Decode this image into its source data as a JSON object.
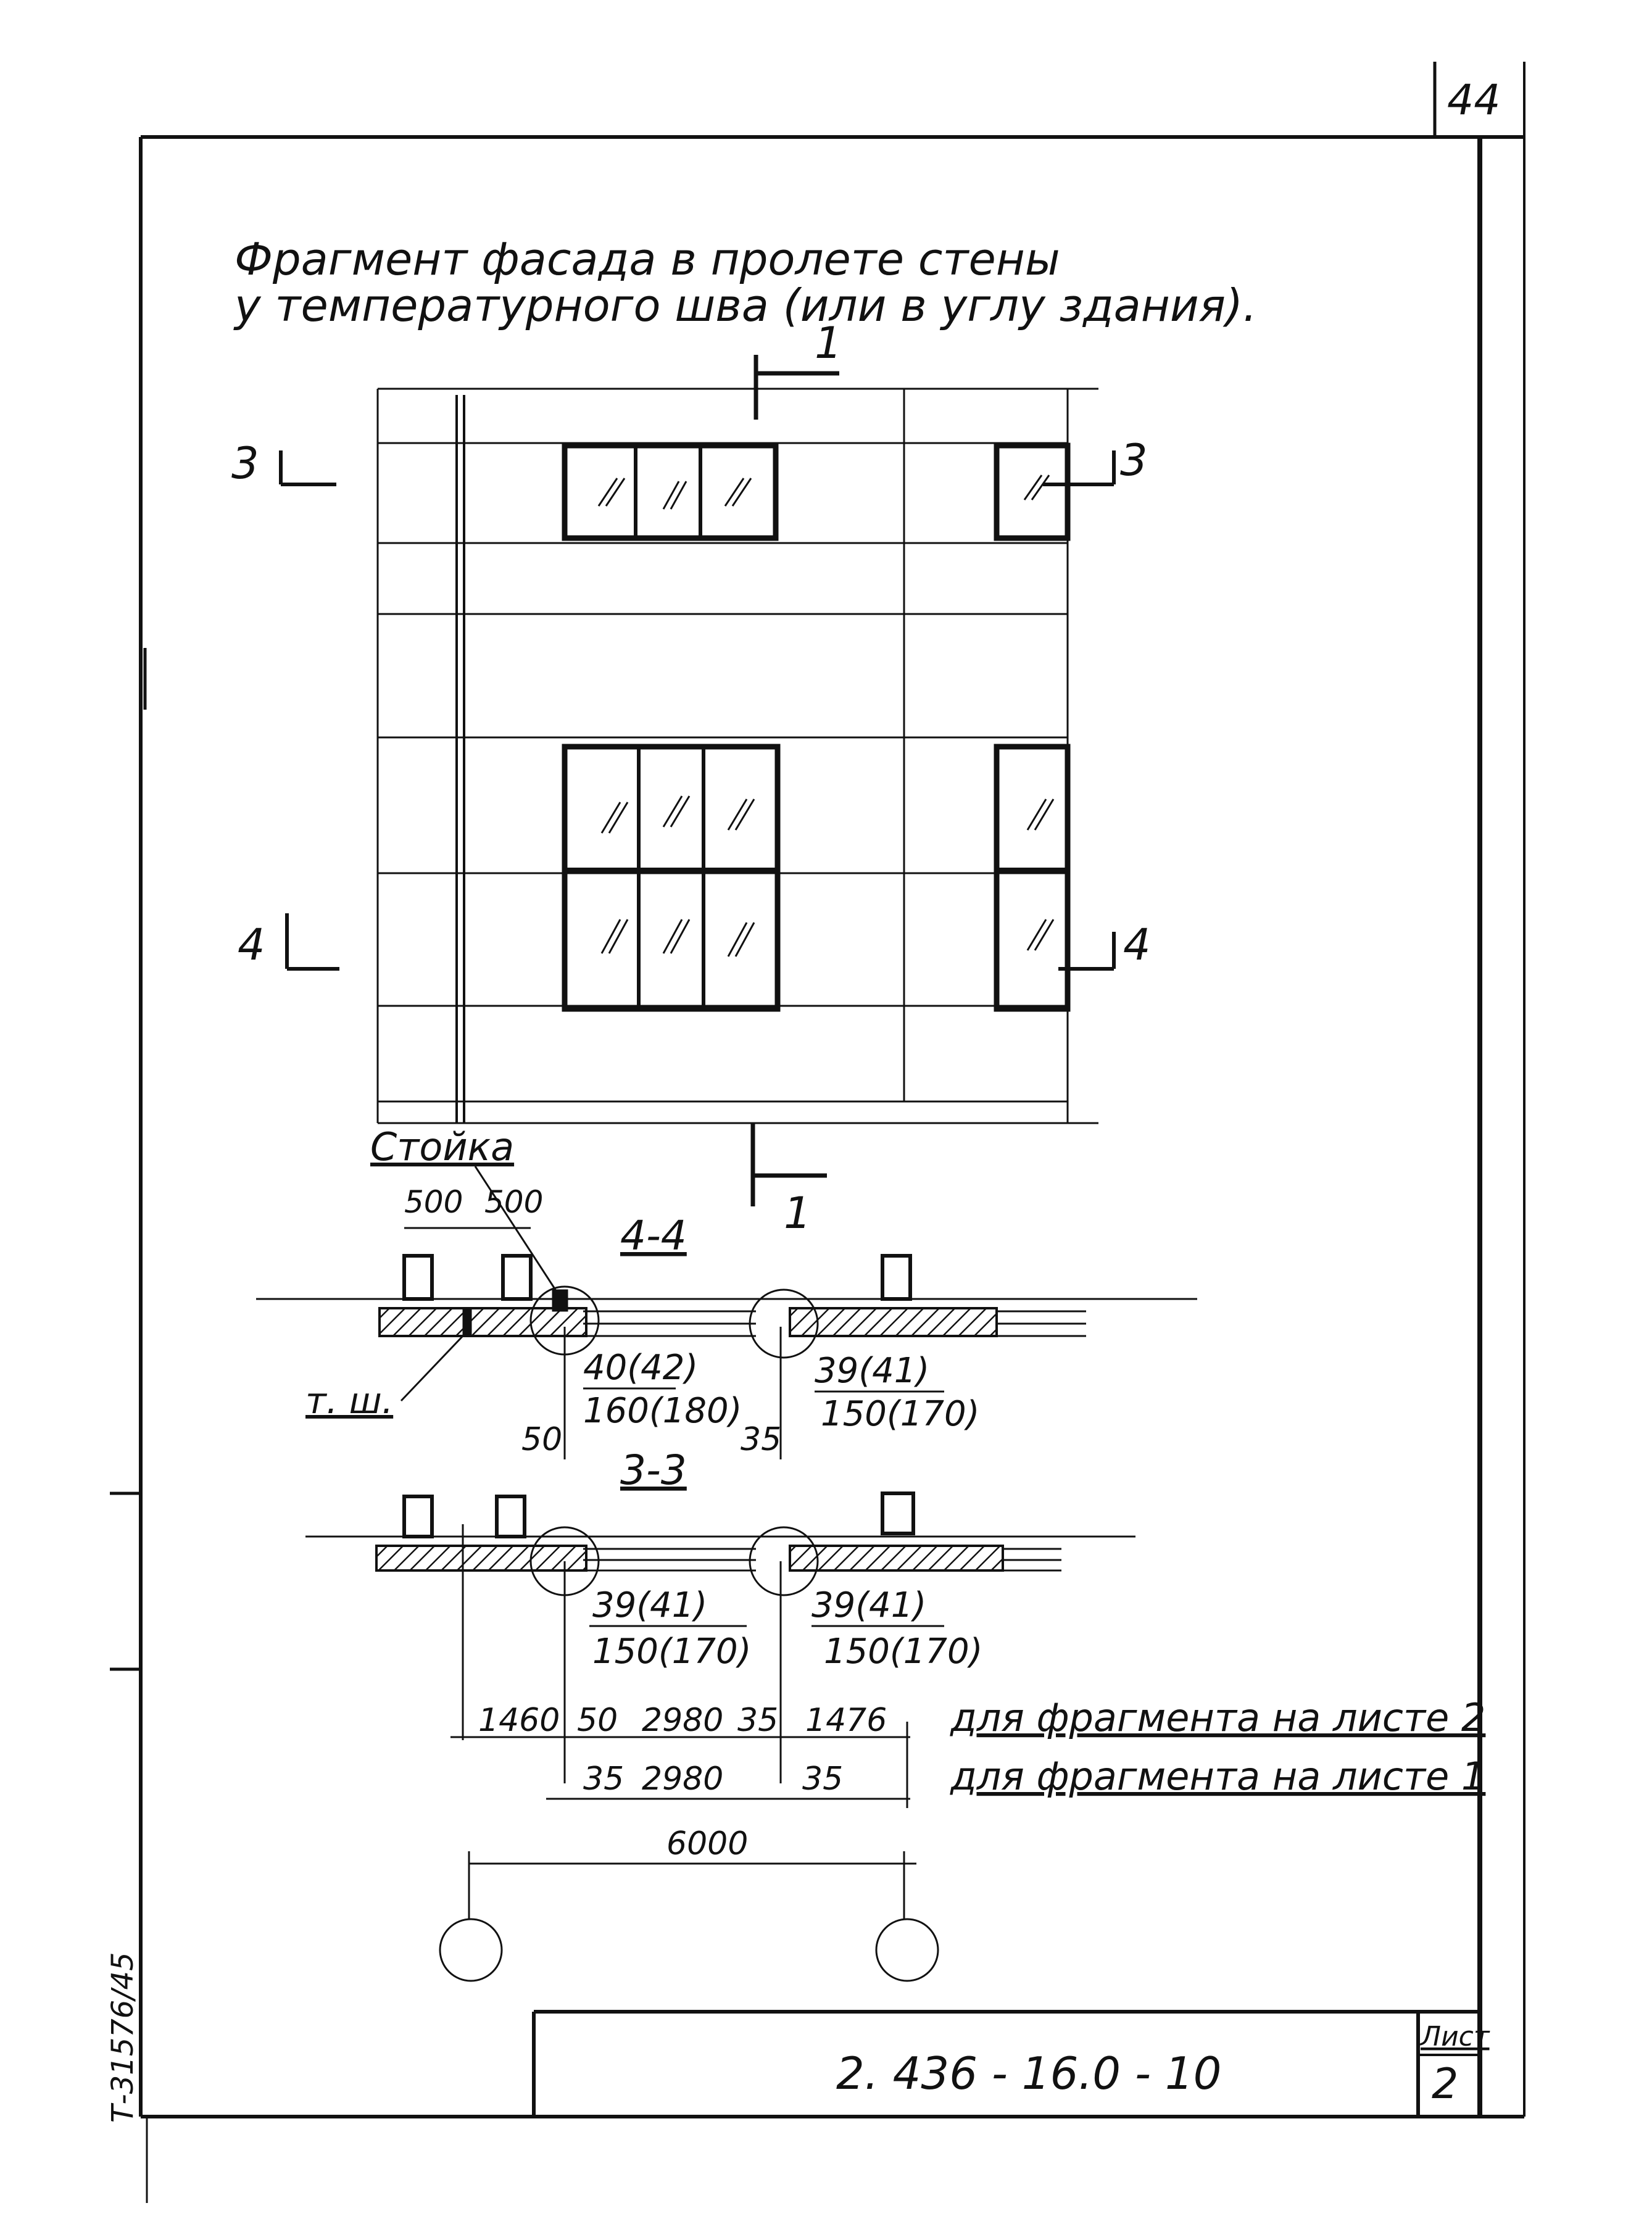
{
  "sheet_number_top": "44",
  "title": {
    "line1": "Фрагмент фасада в пролете стены",
    "line2": "у температурного шва (или в углу здания)."
  },
  "section_marks": {
    "s1_top": "1",
    "s1_bottom": "1",
    "s3_left": "3",
    "s3_right": "3",
    "s4_left": "4",
    "s4_right": "4"
  },
  "labels": {
    "stoika": "Стойка",
    "tsh": "т. ш.",
    "section_4_4": "4-4",
    "section_3_3": "3-3"
  },
  "dims": {
    "d500a": "500",
    "d500b": "500",
    "s44_left_top": "40(42)",
    "s44_left_bottom": "160(180)",
    "s44_right_top": "39(41)",
    "s44_right_bottom": "150(170)",
    "d50_44": "50",
    "d35_44": "35",
    "s33_left_top": "39(41)",
    "s33_left_bottom": "150(170)",
    "s33_right_top": "39(41)",
    "s33_right_bottom": "150(170)",
    "row1": [
      "1460",
      "50",
      "2980",
      "35",
      "1476"
    ],
    "row2": [
      "35",
      "2980",
      "35"
    ],
    "total": "6000"
  },
  "notes": {
    "row1_note": "для фрагмента на листе 2",
    "row2_note": "для фрагмента на листе 1"
  },
  "title_block": {
    "code": "2. 436 - 16.0 - 10",
    "list_label": "Лист",
    "list_number": "2"
  },
  "side_stamp": "Т-31576/45",
  "colors": {
    "ink": "#111111",
    "paper": "#ffffff",
    "hatch": "#333333"
  }
}
